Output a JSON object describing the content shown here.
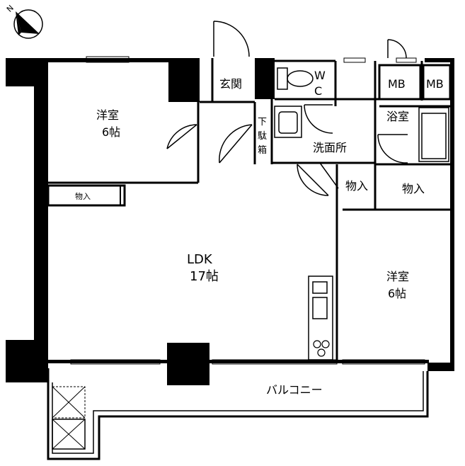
{
  "compass": {
    "label": "N",
    "icon": "north-arrow-icon"
  },
  "rooms": {
    "western_room_1": {
      "name": "洋室",
      "size": "6帖"
    },
    "western_room_2": {
      "name": "洋室",
      "size": "6帖"
    },
    "ldk": {
      "name": "LDK",
      "size": "17帖"
    },
    "entrance": "玄関",
    "wc": {
      "line1": "W",
      "line2": "C"
    },
    "mb_1": "MB",
    "mb_2": "MB",
    "bathroom": "浴室",
    "washroom": "洗面所",
    "shoe_box": {
      "line1": "下",
      "line2": "駄",
      "line3": "箱"
    },
    "storage_1": "物入",
    "storage_2": "物入",
    "storage_3": "物入",
    "balcony": "バルコニー"
  }
}
